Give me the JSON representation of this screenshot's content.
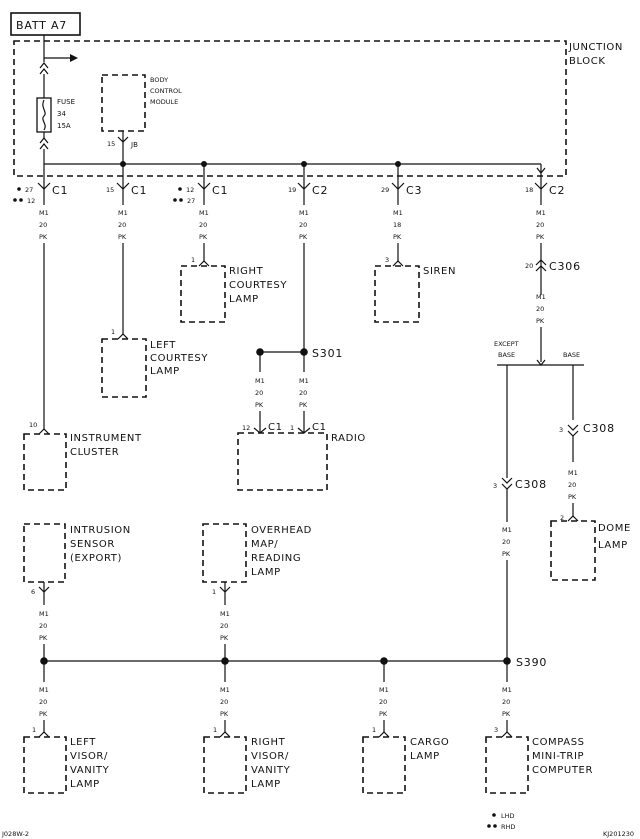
{
  "source": "BATT A7",
  "junction_block": "JUNCTION BLOCK",
  "fuse": {
    "label": "FUSE",
    "number": "34",
    "rating": "15A"
  },
  "bcm": {
    "line1": "BODY",
    "line2": "CONTROL",
    "line3": "MODULE",
    "pin": "15",
    "conn": "JB"
  },
  "jb_outputs": [
    {
      "pin": "27",
      "alt_pin": "12",
      "conn": "C1",
      "wire": "M1",
      "gauge": "20",
      "color": "PK"
    },
    {
      "pin": "15",
      "conn": "C1",
      "wire": "M1",
      "gauge": "20",
      "color": "PK"
    },
    {
      "pin": "12",
      "alt_pin": "27",
      "conn": "C1",
      "wire": "M1",
      "gauge": "20",
      "color": "PK"
    },
    {
      "pin": "19",
      "conn": "C2",
      "wire": "M1",
      "gauge": "20",
      "color": "PK"
    },
    {
      "pin": "29",
      "conn": "C3",
      "wire": "M1",
      "gauge": "18",
      "color": "PK"
    },
    {
      "pin": "18",
      "conn": "C2",
      "wire": "M1",
      "gauge": "20",
      "color": "PK"
    }
  ],
  "components": {
    "instrument_cluster": {
      "pin": "10",
      "l1": "INSTRUMENT",
      "l2": "CLUSTER"
    },
    "left_courtesy": {
      "pin": "1",
      "l1": "LEFT",
      "l2": "COURTESY",
      "l3": "LAMP"
    },
    "right_courtesy": {
      "pin": "1",
      "l1": "RIGHT",
      "l2": "COURTESY",
      "l3": "LAMP"
    },
    "siren": {
      "pin": "3",
      "l1": "SIREN"
    },
    "radio": {
      "l1": "RADIO",
      "pin_a": "12",
      "conn_a": "C1",
      "pin_b": "1",
      "conn_b": "C1"
    },
    "dome_lamp": {
      "pin": "2",
      "l1": "DOME",
      "l2": "LAMP"
    },
    "intrusion": {
      "pin": "6",
      "l1": "INTRUSION",
      "l2": "SENSOR",
      "l3": "(EXPORT)"
    },
    "overhead": {
      "pin": "1",
      "l1": "OVERHEAD",
      "l2": "MAP/",
      "l3": "READING",
      "l4": "LAMP"
    },
    "left_visor": {
      "pin": "1",
      "l1": "LEFT",
      "l2": "VISOR/",
      "l3": "VANITY",
      "l4": "LAMP"
    },
    "right_visor": {
      "pin": "1",
      "l1": "RIGHT",
      "l2": "VISOR/",
      "l3": "VANITY",
      "l4": "LAMP"
    },
    "cargo": {
      "pin": "1",
      "l1": "CARGO",
      "l2": "LAMP"
    },
    "compass": {
      "pin": "3",
      "l1": "COMPASS",
      "l2": "MINI-TRIP",
      "l3": "COMPUTER"
    }
  },
  "splices": {
    "s301": "S301",
    "s390": "S390"
  },
  "connectors": {
    "c306": {
      "name": "C306",
      "pin": "20"
    },
    "c308_base": {
      "name": "C308",
      "pin": "3"
    },
    "c308_except": {
      "name": "C308",
      "pin": "3"
    }
  },
  "branches": {
    "except_l1": "EXCEPT",
    "except_l2": "BASE",
    "base": "BASE"
  },
  "wire_code": {
    "wire": "M1",
    "gauge": "20",
    "gauge_18": "18",
    "color": "PK"
  },
  "legend": {
    "lhd": "LHD",
    "rhd": "RHD"
  },
  "footer": {
    "left": "J028W-2",
    "right": "KJ201230"
  }
}
